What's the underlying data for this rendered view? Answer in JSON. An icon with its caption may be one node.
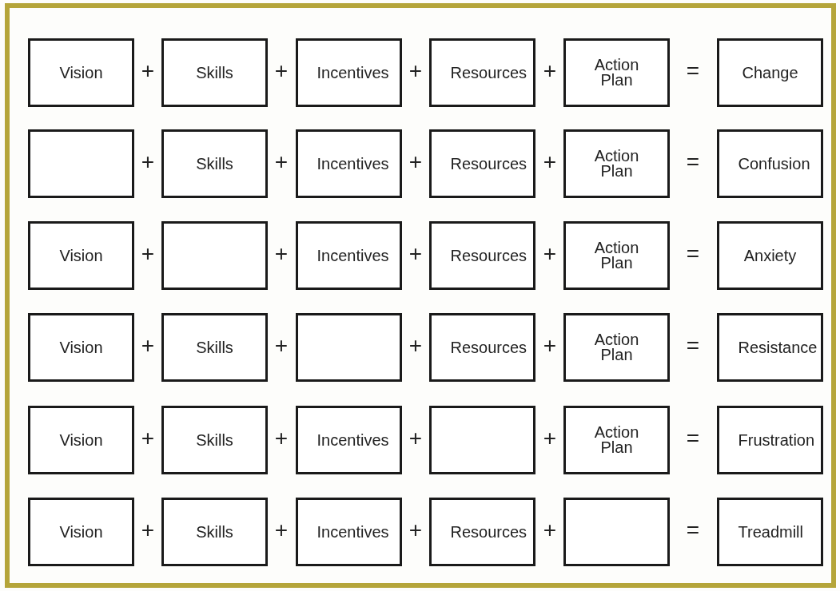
{
  "diagram": {
    "nodes": [
      {
        "text": [
          "Vision"
        ]
      },
      {
        "text": [
          "Skills"
        ]
      },
      {
        "text": [
          "Incentives"
        ]
      },
      {
        "text": [
          "Resources"
        ]
      },
      {
        "text": [
          "Action Plan"
        ]
      },
      {
        "text": [
          "Change"
        ]
      },
      {
        "text": [],
        "shape": "box"
      },
      {
        "text": [
          "Skills"
        ]
      },
      {
        "text": [
          "Incentives"
        ]
      },
      {
        "text": [
          "Resources"
        ]
      },
      {
        "text": [
          "Action Plan"
        ]
      },
      {
        "text": [
          "Confusion"
        ]
      },
      {
        "text": [
          "Vision"
        ]
      },
      {
        "text": [],
        "shape": "box"
      },
      {
        "text": [
          "Incentives"
        ]
      },
      {
        "text": [
          "Resources"
        ]
      },
      {
        "text": [
          "Action Plan"
        ]
      },
      {
        "text": [
          "Anxiety"
        ]
      },
      {
        "text": [
          "Vision"
        ]
      },
      {
        "text": [
          "Skills"
        ]
      },
      {
        "text": [],
        "shape": "box"
      },
      {
        "text": [
          "Resources"
        ]
      },
      {
        "text": [
          "Action Plan"
        ]
      },
      {
        "text": [
          "Resistance"
        ]
      },
      {
        "text": [
          "Vision"
        ]
      },
      {
        "text": [
          "Skills"
        ]
      },
      {
        "text": [
          "Incentives"
        ]
      },
      {
        "text": [],
        "shape": "box"
      },
      {
        "text": [
          "Action Plan"
        ]
      },
      {
        "text": [
          "Frustration"
        ]
      },
      {
        "text": [
          "Vision"
        ]
      },
      {
        "text": [
          "Skills"
        ]
      },
      {
        "text": [
          "Incentives"
        ]
      },
      {
        "text": [
          "Resources"
        ]
      },
      {
        "text": [],
        "shape": "box"
      },
      {
        "text": [
          "Treadmill"
        ]
      }
    ],
    "labels": [
      "+",
      "+",
      "+",
      "+",
      "=",
      "+",
      "+",
      "+",
      "+",
      "=",
      "+",
      "+",
      "+",
      "+",
      "=",
      "+",
      "+",
      "+",
      "+",
      "=",
      "+",
      "+",
      "+",
      "+",
      "=",
      "+",
      "+",
      "+",
      "+",
      "="
    ]
  }
}
